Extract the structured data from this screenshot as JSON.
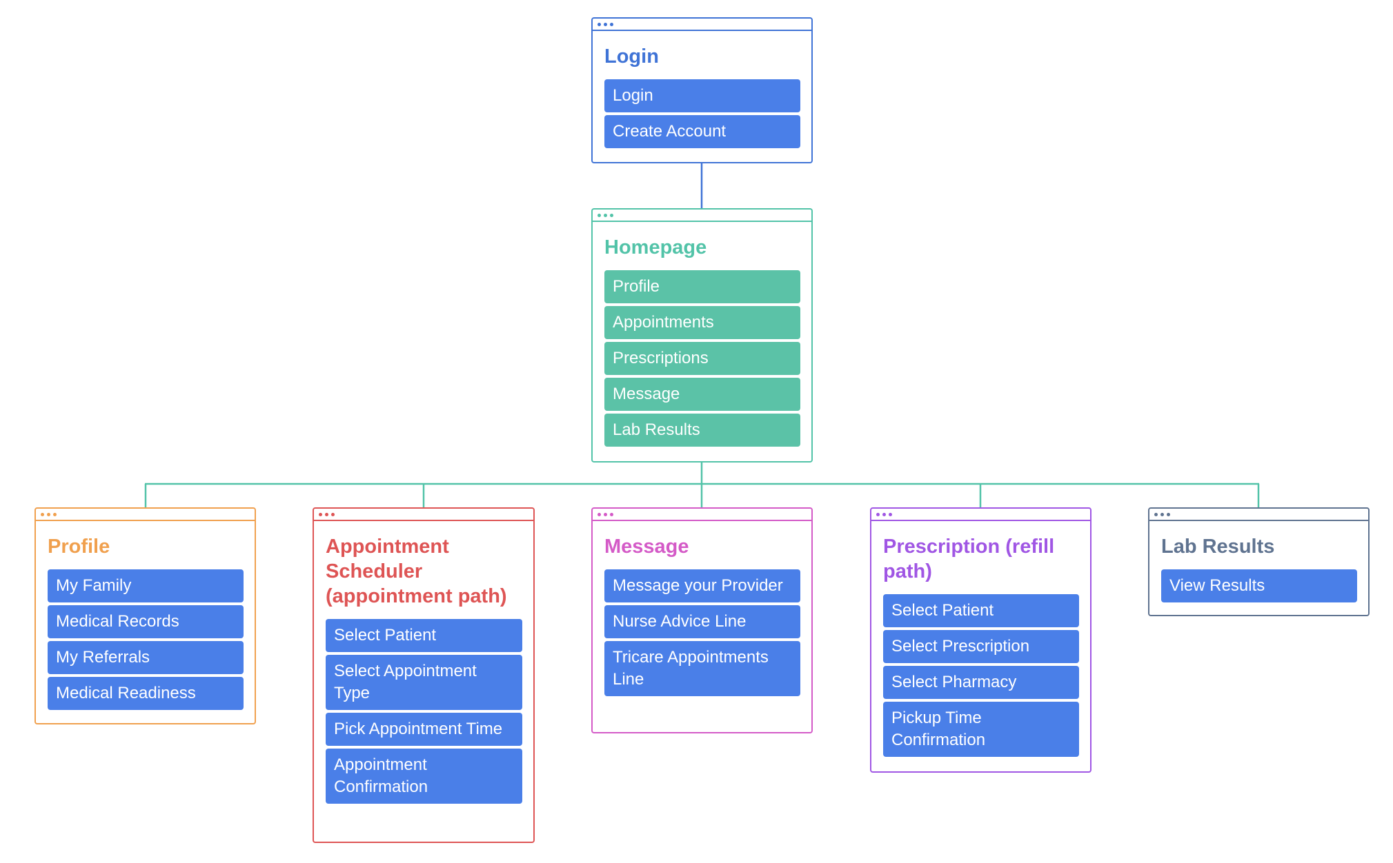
{
  "colors": {
    "blue": "#3F73D6",
    "blue_fill": "#4A7FE8",
    "teal": "#52C3A8",
    "teal_fill": "#5BC2A7",
    "orange": "#F0A04E",
    "red": "#DE5454",
    "magenta": "#D45AC7",
    "purple": "#A056E4",
    "slate": "#5F7390"
  },
  "cards": {
    "login": {
      "title": "Login",
      "items": [
        "Login",
        "Create Account"
      ]
    },
    "homepage": {
      "title": "Homepage",
      "items": [
        "Profile",
        "Appointments",
        "Prescriptions",
        "Message",
        "Lab Results"
      ]
    },
    "profile": {
      "title": "Profile",
      "items": [
        "My Family",
        "Medical Records",
        "My Referrals",
        "Medical Readiness"
      ]
    },
    "appointment": {
      "title": "Appointment Scheduler (appointment path)",
      "items": [
        "Select Patient",
        "Select Appointment Type",
        "Pick Appointment Time",
        "Appointment Confirmation"
      ]
    },
    "message": {
      "title": "Message",
      "items": [
        "Message your Provider",
        "Nurse Advice Line",
        "Tricare Appointments Line"
      ]
    },
    "prescription": {
      "title": "Prescription (refill path)",
      "items": [
        "Select Patient",
        "Select Prescription",
        "Select Pharmacy",
        "Pickup Time Confirmation"
      ]
    },
    "labresults": {
      "title": "Lab Results",
      "items": [
        "View Results"
      ]
    }
  }
}
